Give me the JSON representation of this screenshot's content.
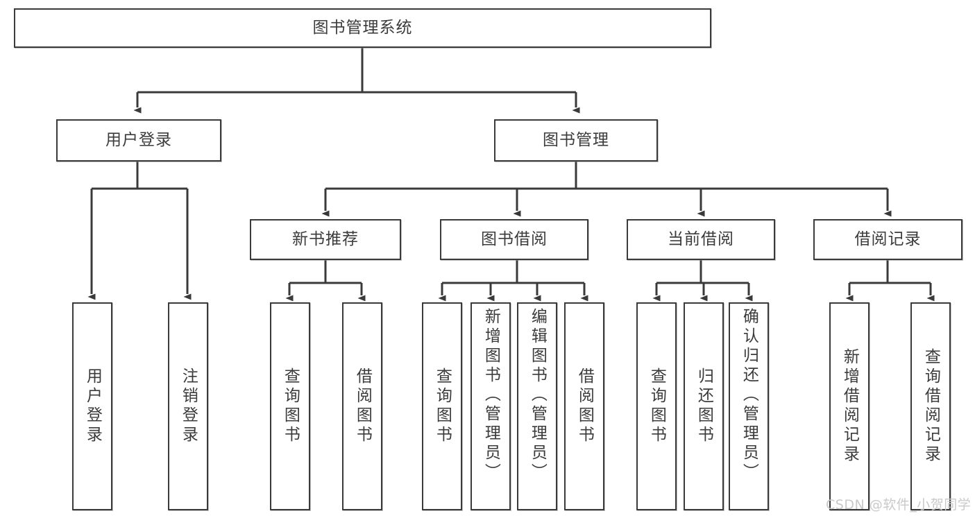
{
  "diagram": {
    "type": "hierarchy-tree",
    "title": "图书管理系统",
    "root": {
      "id": "root",
      "label": "图书管理系统"
    },
    "level2": [
      {
        "id": "user-login",
        "label": "用户登录"
      },
      {
        "id": "book-management",
        "label": "图书管理"
      }
    ],
    "level3": [
      {
        "id": "new-book-recommend",
        "label": "新书推荐",
        "parent": "book-management"
      },
      {
        "id": "book-borrow",
        "label": "图书借阅",
        "parent": "book-management"
      },
      {
        "id": "current-borrow",
        "label": "当前借阅",
        "parent": "book-management"
      },
      {
        "id": "borrow-record",
        "label": "借阅记录",
        "parent": "book-management"
      }
    ],
    "leaves": {
      "user_login": [
        {
          "id": "leaf-user-login",
          "label": "用户登录"
        },
        {
          "id": "leaf-user-logout",
          "label": "注销登录"
        }
      ],
      "new_book_recommend": [
        {
          "id": "leaf-query-book-1",
          "label": "查询图书"
        },
        {
          "id": "leaf-borrow-book-1",
          "label": "借阅图书"
        }
      ],
      "book_borrow": [
        {
          "id": "leaf-query-book-2",
          "label": "查询图书"
        },
        {
          "id": "leaf-add-book",
          "label": "新增图书（管理员）"
        },
        {
          "id": "leaf-edit-book",
          "label": "编辑图书（管理员）"
        },
        {
          "id": "leaf-borrow-book-2",
          "label": "借阅图书"
        }
      ],
      "current_borrow": [
        {
          "id": "leaf-query-book-3",
          "label": "查询图书"
        },
        {
          "id": "leaf-return-book",
          "label": "归还图书"
        },
        {
          "id": "leaf-confirm-return",
          "label": "确认归还（管理员）"
        }
      ],
      "borrow_record": [
        {
          "id": "leaf-add-record",
          "label": "新增借阅记录"
        },
        {
          "id": "leaf-query-record",
          "label": "查询借阅记录"
        }
      ]
    }
  },
  "watermark": {
    "text": "CSDN @软件_小贺同学"
  },
  "colors": {
    "stroke": "#3a3a3a",
    "text": "#3b3b3b",
    "background": "#ffffff",
    "watermark": "#c9c9c9"
  }
}
